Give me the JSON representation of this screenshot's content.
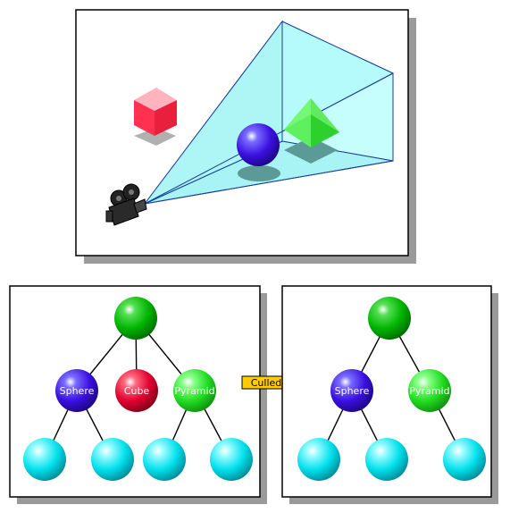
{
  "colors": {
    "frustum_fill": "#b6fbfb",
    "frustum_stroke": "#1a3f9a",
    "root_node": "#00b800",
    "sphere_node": "#3a10e0",
    "cube_node": "#e00030",
    "pyramid_node": "#22dd22",
    "leaf_node": "#00e8f0",
    "arrow_fill": "#ffcc00",
    "shadow": "#888888"
  },
  "scene": {
    "objects": [
      "cube",
      "sphere",
      "pyramid",
      "camera"
    ],
    "camera_icon": "movie-camera-icon"
  },
  "trees": {
    "before": {
      "root_label": "",
      "children": [
        "Sphere",
        "Cube",
        "Pyramid"
      ]
    },
    "after": {
      "root_label": "",
      "children": [
        "Sphere",
        "Pyramid"
      ]
    }
  },
  "arrow": {
    "label": "Culled"
  }
}
